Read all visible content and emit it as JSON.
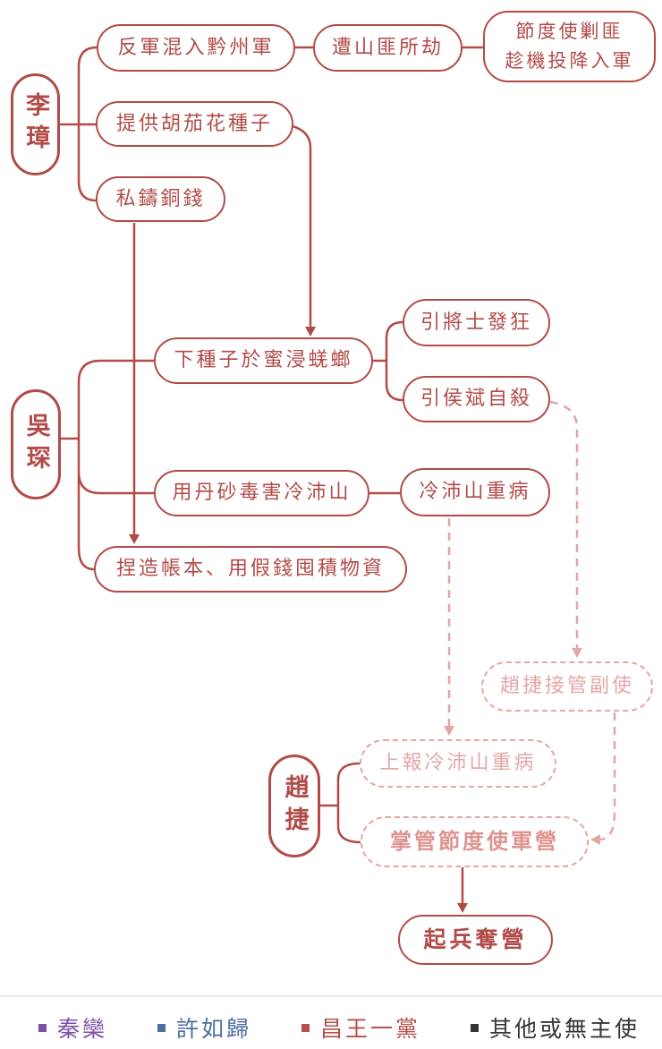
{
  "colors": {
    "main_red": "#b14b48",
    "dashed_pink": "#e3a6a4",
    "dashed_pink_strong": "#df9390",
    "legend_purple": "#7d4fa3",
    "legend_blue": "#4b6fa1",
    "legend_red": "#b4514e",
    "legend_dark": "#363636"
  },
  "nodes": {
    "li_zhang": "李璋",
    "wu_chen": "吳琛",
    "zhao_jie": "趙捷",
    "fan_jun": "反軍混入黔州軍",
    "zao_shan_fei": "遭山匪所劫",
    "jiedushi_line1": "節度使剿匪",
    "jiedushi_line2": "趁機投降入軍",
    "tigong": "提供胡茄花種子",
    "sizhu": "私鑄銅錢",
    "xia_zhongzi": "下種子於蜜浸蜣螂",
    "yin_jiangshi": "引將士發狂",
    "yin_houbin": "引侯斌自殺",
    "yong_dansha": "用丹砂毒害冷沛山",
    "leng_peishan": "冷沛山重病",
    "niezao": "捏造帳本、用假錢囤積物資",
    "zhaojie_jieguan": "趙捷接管副使",
    "shangbao": "上報冷沛山重病",
    "zhangguan": "掌管節度使軍營",
    "qibing": "起兵奪營"
  },
  "edges": [
    {
      "from": "李璋",
      "to": "反軍混入黔州軍",
      "style": "solid",
      "arrow": false
    },
    {
      "from": "李璋",
      "to": "提供胡茄花種子",
      "style": "solid",
      "arrow": false
    },
    {
      "from": "李璋",
      "to": "私鑄銅錢",
      "style": "solid",
      "arrow": false
    },
    {
      "from": "反軍混入黔州軍",
      "to": "遭山匪所劫",
      "style": "solid",
      "arrow": false
    },
    {
      "from": "遭山匪所劫",
      "to": "節度使剿匪趁機投降入軍",
      "style": "solid",
      "arrow": false
    },
    {
      "from": "提供胡茄花種子",
      "to": "下種子於蜜浸蜣螂",
      "style": "solid",
      "arrow": true
    },
    {
      "from": "私鑄銅錢",
      "to": "捏造帳本、用假錢囤積物資",
      "style": "solid",
      "arrow": true
    },
    {
      "from": "吳琛",
      "to": "下種子於蜜浸蜣螂",
      "style": "solid",
      "arrow": false
    },
    {
      "from": "吳琛",
      "to": "用丹砂毒害冷沛山",
      "style": "solid",
      "arrow": false
    },
    {
      "from": "吳琛",
      "to": "捏造帳本、用假錢囤積物資",
      "style": "solid",
      "arrow": false
    },
    {
      "from": "下種子於蜜浸蜣螂",
      "to": "引將士發狂",
      "style": "solid",
      "arrow": false
    },
    {
      "from": "下種子於蜜浸蜣螂",
      "to": "引侯斌自殺",
      "style": "solid",
      "arrow": false
    },
    {
      "from": "用丹砂毒害冷沛山",
      "to": "冷沛山重病",
      "style": "solid",
      "arrow": false
    },
    {
      "from": "冷沛山重病",
      "to": "上報冷沛山重病",
      "style": "dashed",
      "arrow": true
    },
    {
      "from": "引侯斌自殺",
      "to": "趙捷接管副使",
      "style": "dashed",
      "arrow": true
    },
    {
      "from": "趙捷接管副使",
      "to": "掌管節度使軍營",
      "style": "dashed",
      "arrow": true
    },
    {
      "from": "趙捷",
      "to": "上報冷沛山重病",
      "style": "solid",
      "arrow": false
    },
    {
      "from": "趙捷",
      "to": "掌管節度使軍營",
      "style": "solid",
      "arrow": false
    },
    {
      "from": "掌管節度使軍營",
      "to": "起兵奪營",
      "style": "solid",
      "arrow": true
    }
  ],
  "legend": {
    "items": [
      {
        "label": "秦欒",
        "color": "#7d4fa3"
      },
      {
        "label": "許如歸",
        "color": "#4b6fa1"
      },
      {
        "label": "昌王一黨",
        "color": "#b4514e"
      },
      {
        "label": "其他或無主使",
        "color": "#363636"
      }
    ]
  }
}
